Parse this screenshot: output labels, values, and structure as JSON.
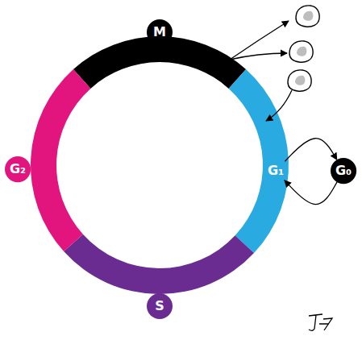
{
  "diagram": {
    "nodes": [
      {
        "text": [
          "M"
        ]
      },
      {
        "text": [
          "G₂"
        ]
      },
      {
        "text": [
          "G₁"
        ]
      },
      {
        "text": [
          "G₀"
        ]
      },
      {
        "text": [
          "S"
        ]
      }
    ],
    "edges": [
      {
        "from": 2,
        "to": 3,
        "arrow": "to"
      },
      {
        "from": 3,
        "to": 2,
        "arrow": "to"
      }
    ]
  }
}
